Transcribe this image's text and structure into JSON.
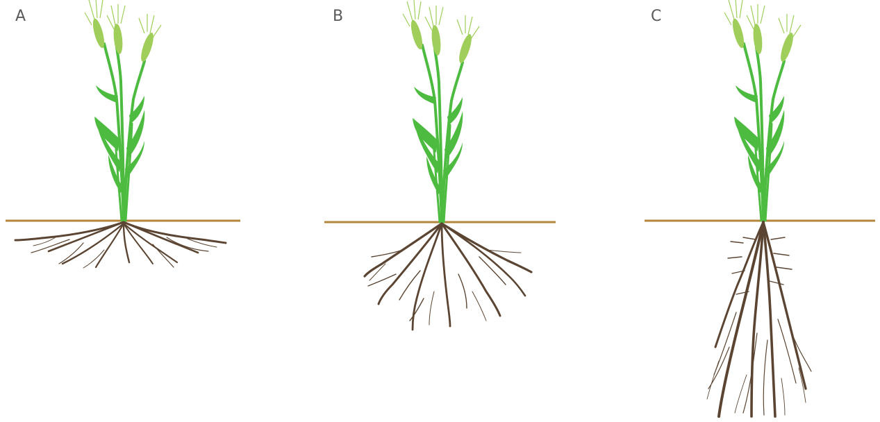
{
  "panels": [
    {
      "label": "A",
      "root_system": "shallow-spreading"
    },
    {
      "label": "B",
      "root_system": "moderate-branching"
    },
    {
      "label": "C",
      "root_system": "deep-vertical"
    }
  ],
  "colors": {
    "stem": "#4cbb3f",
    "spike": "#9fcf5a",
    "soil_line": "#b3863c",
    "root": "#5b4532",
    "label": "#5a5a5a"
  }
}
